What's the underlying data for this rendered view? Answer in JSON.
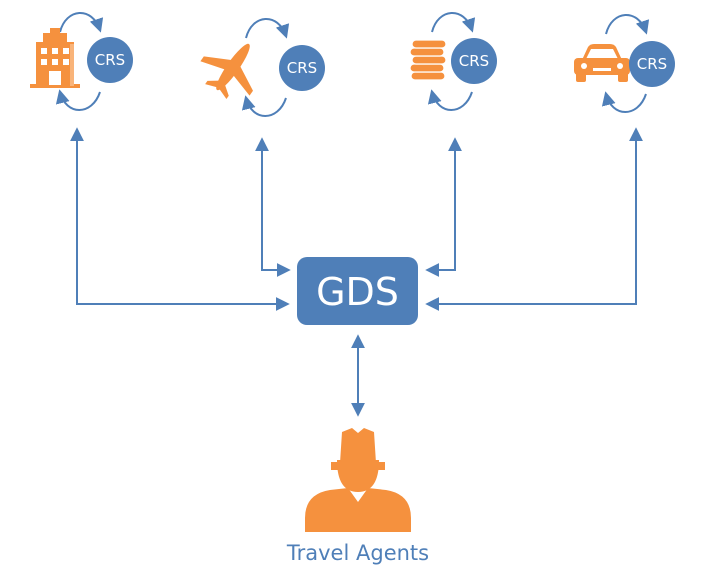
{
  "colors": {
    "blue": "#4f7fb8",
    "orange": "#f5913e",
    "white": "#ffffff"
  },
  "suppliers": [
    {
      "icon": "hotel-icon",
      "crs_label": "CRS"
    },
    {
      "icon": "airplane-icon",
      "crs_label": "CRS"
    },
    {
      "icon": "coin-stack-icon",
      "crs_label": "CRS"
    },
    {
      "icon": "car-icon",
      "crs_label": "CRS"
    }
  ],
  "gds": {
    "label": "GDS"
  },
  "agents": {
    "icon": "travel-agent-icon",
    "label": "Travel Agents"
  }
}
